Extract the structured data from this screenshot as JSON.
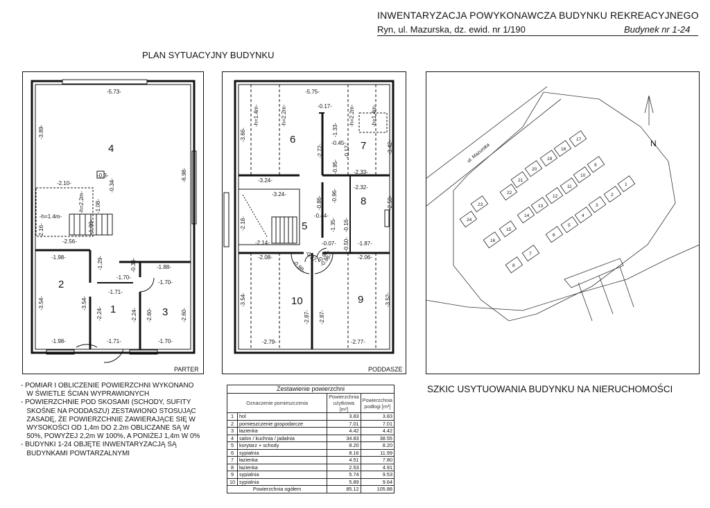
{
  "header": {
    "title": "INWENTARYZACJA POWYKONAWCZA BUDYNKU REKREACYJNEGO",
    "address": "Ryn, ul. Mazurska, dz. ewid. nr  1/190",
    "building": "Budynek nr 1-24"
  },
  "plan_title": "PLAN SYTUACYJNY BUDYNKU",
  "parter": {
    "label": "PARTER",
    "rooms": [
      "4",
      "2",
      "1",
      "3"
    ],
    "dims": [
      "-5.73-",
      "-3.89-",
      "-6.98-",
      "-2.10-",
      "-0.3-",
      "-0.34-",
      "-h=2.2m-",
      "-1.08-",
      "-1.08-",
      "-h=1.4m-",
      "-2.16-",
      "-2.56-",
      "-1.98-",
      "-1.29-",
      "-0.36-",
      "-1.88-",
      "-1.70-",
      "-1.71-",
      "-1.70-",
      "-3.54-",
      "-3.54-",
      "-2.24-",
      "-2.24-",
      "-2.60-",
      "-2.60-",
      "-1.98-",
      "-1.71-",
      "-1.70-"
    ]
  },
  "poddasze": {
    "label": "PODDASZE",
    "rooms": [
      "6",
      "7",
      "5",
      "8",
      "10",
      "9"
    ],
    "dims": [
      "-5.75-",
      "-3.66-",
      "-h=1.4m-",
      "-h=2.2m-",
      "-0.17-",
      "-1.33-",
      "-h=2.2m-",
      "-h=1.4m-",
      "-0.45-",
      "-2.72-",
      "-0.17-",
      "-3.42-",
      "-0.95-",
      "-2.33-",
      "-3.24-",
      "-3.24-",
      "-2.32-",
      "-0.96-",
      "-0.86-",
      "-2.50-",
      "-2.18-",
      "-0.44-",
      "-1.35-",
      "-0.16-",
      "-2.14-",
      "-0.07-",
      "-0.50-",
      "-1.87-",
      "-0.97-",
      "-0.94-",
      "-2.08-",
      "-0.98-",
      "-0.96-",
      "-2.06-",
      "-3.54-",
      "-2.87-",
      "-2.87-",
      "-3.52-",
      "-2.79-",
      "-2.77-"
    ]
  },
  "site": {
    "street": "ul. Mazurska",
    "north": "N",
    "buildings": [
      "1",
      "2",
      "3",
      "4",
      "5",
      "6",
      "7",
      "8",
      "9",
      "10",
      "11",
      "12",
      "13",
      "14",
      "15",
      "16",
      "17",
      "18",
      "19",
      "20",
      "21",
      "22",
      "23",
      "24"
    ]
  },
  "notes": [
    "- POMIAR I OBLICZENIE  POWIERZCHNI WYKONANO",
    "  W ŚWIETLE ŚCIAN WYPRAWIONYCH",
    "- POWIERZCHNIE POD SKOSAMI (SCHODY, SUFITY",
    "  SKOŚNE NA PODDASZU) ZESTAWIONO STOSUJĄC",
    "  ZASADĘ, ŻE POWIERZCHNIE  ZAWIERAJĄCE SIĘ W",
    "  WYSOKOŚCI OD 1,4m DO 2.2m  OBLICZANE SĄ W",
    "  50%, POWYŻEJ 2,2m W 100%, A PONIŻEJ 1,4m W 0%",
    "- BUDYNKI 1-24 OBJĘTE INWENTARYZACJĄ SĄ",
    "  BUDYNKAMI POWTARZALNYMI"
  ],
  "table": {
    "title": "Zestawienie powierzchni",
    "col_name": "Oznaczenie pomieszczenia",
    "col_use": "Powierzchnia użytkowa [m²]",
    "col_floor": "Powierzchnia podłogi [m²]",
    "rows": [
      {
        "n": "1",
        "name": "hol",
        "use": "3.83",
        "floor": "3.83"
      },
      {
        "n": "2",
        "name": "pomieszczenie gospodarcze",
        "use": "7.01",
        "floor": "7.01"
      },
      {
        "n": "3",
        "name": "łazienka",
        "use": "4.42",
        "floor": "4.42"
      },
      {
        "n": "4",
        "name": "salon / kuchnia / jadalnia",
        "use": "34.83",
        "floor": "38.55"
      },
      {
        "n": "5",
        "name": "korytarz + schody",
        "use": "8.20",
        "floor": "8.20"
      },
      {
        "n": "6",
        "name": "sypialnia",
        "use": "8.16",
        "floor": "11.99"
      },
      {
        "n": "7",
        "name": "łazienka",
        "use": "4.51",
        "floor": "7.80"
      },
      {
        "n": "8",
        "name": "łazienka",
        "use": "2.53",
        "floor": "4.91"
      },
      {
        "n": "9",
        "name": "sypialnia",
        "use": "5.74",
        "floor": "9.53"
      },
      {
        "n": "10",
        "name": "sypialnia",
        "use": "5.89",
        "floor": "9.64"
      }
    ],
    "total_label": "Powierzchnia ogółem",
    "total_use": "85.12",
    "total_floor": "105.88"
  },
  "szkic_title": "SZKIC USYTUOWANIA BUDYNKU NA NIERUCHOMOŚCI"
}
